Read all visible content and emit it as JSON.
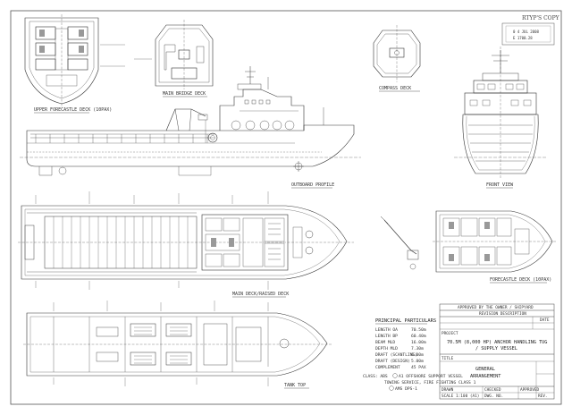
{
  "views": {
    "upper_forecastle": "UPPER FORECASTLE DECK (10PAX)",
    "bridge": "MAIN BRIDGE DECK",
    "compass": "COMPASS DECK",
    "outboard": "OUTBOARD PROFILE",
    "front": "FRONT VIEW",
    "main_deck": "MAIN DECK/RAISED DECK",
    "forecastle": "FORECASTLE DECK (10PAX)",
    "tank_top": "TANK TOP"
  },
  "stamp": {
    "title": "RTYP'S COPY",
    "line1": "0 4 JUL 2008",
    "line2": "E 1700.28"
  },
  "particulars": {
    "title": "PRINCIPAL PARTICULARS",
    "rows": [
      {
        "label": "LENGTH OA",
        "value": "70.50m"
      },
      {
        "label": "LENGTH BP",
        "value": "60.40m"
      },
      {
        "label": "BEAM MLD",
        "value": "16.00m"
      },
      {
        "label": "DEPTH MLD",
        "value": "7.30m"
      },
      {
        "label": "DRAFT (SCANTLING)",
        "value": "6.00m"
      },
      {
        "label": "DRAFT (DESIGN)",
        "value": "5.00m"
      },
      {
        "label": "COMPLEMENT",
        "value": "45 PAX"
      }
    ],
    "class_label": "CLASS: ABS",
    "class_notes": [
      "A1 OFFSHORE SUPPORT VESSEL",
      "TOWING SERVICE, FIRE FIGHTING CLASS 1",
      "AMS  DPS-1"
    ]
  },
  "title_block": {
    "header": "APPROVED BY THE OWNER / SHIPYARD",
    "subheader": "REVISION DESCRIPTION",
    "rev_label": "DATE",
    "project_label": "PROJECT",
    "project_title_1": "70.5M (8,000 HP) ANCHOR HANDLING TUG",
    "project_title_2": "/ SUPPLY VESSEL",
    "drawing_label": "TITLE",
    "drawing_title_1": "GENERAL",
    "drawing_title_2": "ARRANGEMENT",
    "small": [
      "DRAWN",
      "CHECKED",
      "APPROVED",
      "SCALE",
      "DWG. NO.",
      "REV."
    ],
    "small_values": [
      "",
      "",
      "",
      "1:100 (A1)",
      "",
      ""
    ]
  }
}
